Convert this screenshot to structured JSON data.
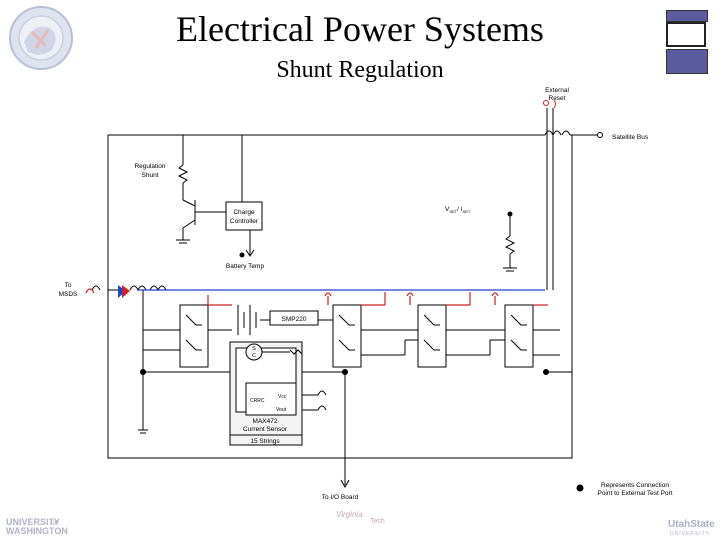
{
  "title": "Electrical Power Systems",
  "subtitle": "Shunt Regulation",
  "labels": {
    "external_reset": [
      "External",
      "Reset"
    ],
    "satellite_bus": "Satellite Bus",
    "regulation_shunt": [
      "Regulation",
      "Shunt"
    ],
    "charge_controller": [
      "Charge",
      "Controller"
    ],
    "battery_temp": "Battery Temp",
    "vset": "V",
    "vset_sub": "SET",
    "iset": "/ I",
    "iset_sub": "SET",
    "to_msds": [
      "To",
      "MSDS"
    ],
    "smp220": "SMP220",
    "sc": [
      "S",
      "C"
    ],
    "crrc": "CRRC",
    "vcc": "Vcc",
    "vout": "Vout",
    "max472": "MAX472",
    "current_sensor": "Current Sensor",
    "strings": "15 Strings",
    "to_io_board": "To I/O Board",
    "legend": [
      "Represents Connection",
      "Point to External Test Port"
    ]
  },
  "logos": {
    "uw": [
      "UNIVERSITY",
      "OF",
      "WASHINGTON"
    ],
    "vt": [
      "Virginia",
      "Tech"
    ],
    "usu": [
      "UtahState",
      "UNIVERSITY"
    ]
  },
  "colors": {
    "swatch_purple": "#5b5ba0",
    "wire_red": "#cc2222",
    "wire_blue": "#2244cc"
  }
}
